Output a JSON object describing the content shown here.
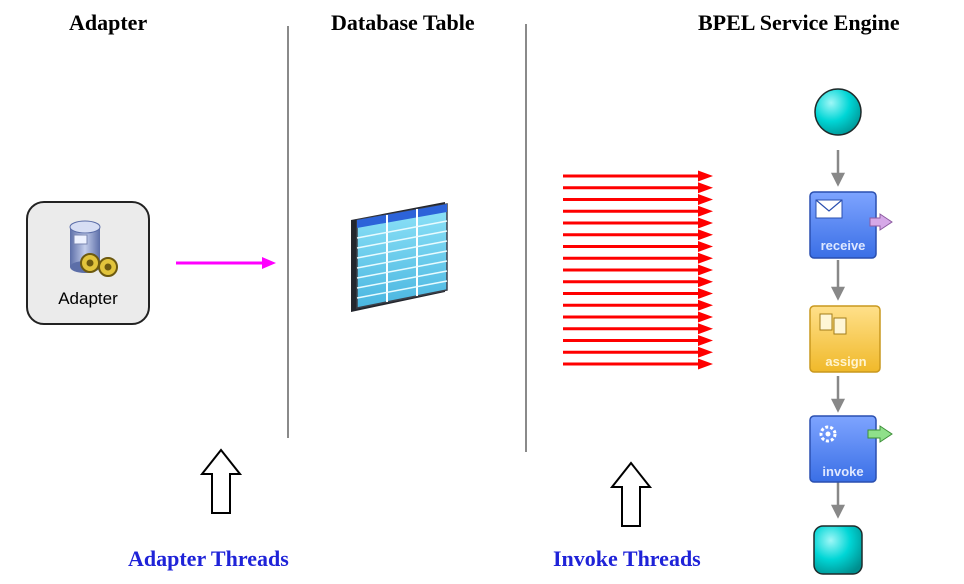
{
  "headings": {
    "adapter": "Adapter",
    "database_table": "Database Table",
    "bpel_engine": "BPEL Service Engine"
  },
  "adapter_box": {
    "label": "Adapter"
  },
  "thread_labels": {
    "adapter_threads": "Adapter Threads",
    "invoke_threads": "Invoke Threads"
  },
  "bpel_process": {
    "activities": [
      "receive",
      "assign",
      "invoke"
    ]
  },
  "invoke_thread_count": 17,
  "colors": {
    "thread_label": "#1f23d8",
    "adapter_arrow": "#ff00ff",
    "invoke_arrows": "#ff0000",
    "start_end_node": "#00d6d6",
    "receive_invoke_activity": "#4f7df0",
    "assign_activity": "#f6c84a"
  }
}
